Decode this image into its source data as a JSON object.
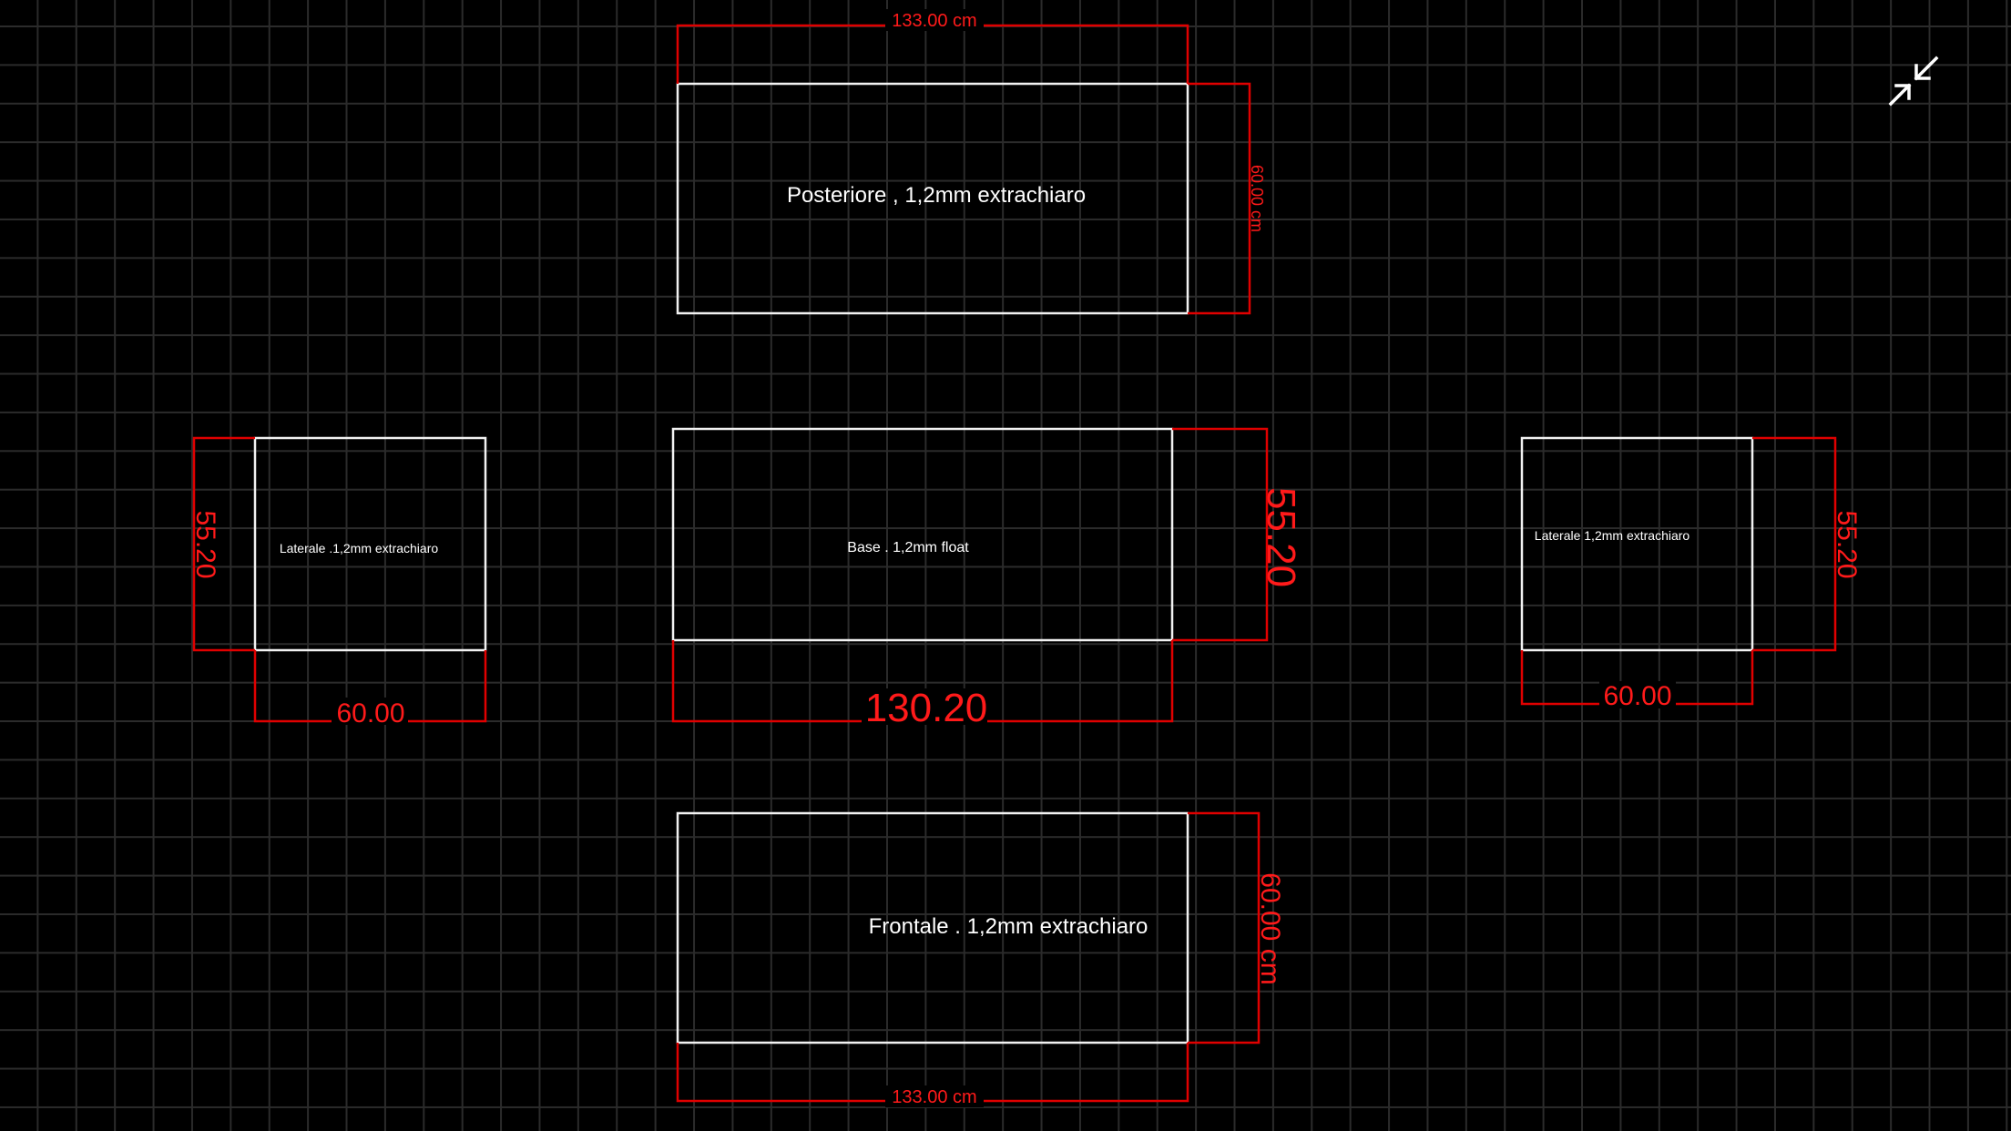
{
  "panels": {
    "posteriore": {
      "label": "Posteriore , 1,2mm extrachiaro",
      "width_label": "133.00 cm",
      "height_label": "60.00 cm"
    },
    "base": {
      "label": "Base . 1,2mm float",
      "width_label": "130.20",
      "height_label": "55.20"
    },
    "laterale_left": {
      "label": "Laterale .1,2mm extrachiaro",
      "width_label": "60.00",
      "height_label": "55.20"
    },
    "laterale_right": {
      "label": "Laterale 1,2mm extrachiaro",
      "width_label": "60.00",
      "height_label": "55.20"
    },
    "frontale": {
      "label": "Frontale . 1,2mm extrachiaro",
      "width_label": "133.00 cm",
      "height_label": "60.00 cm"
    }
  },
  "controls": {
    "collapse_icon": "collapse-arrows-icon"
  },
  "colors": {
    "background": "#000000",
    "grid": "#2b2b2b",
    "panel_outline": "#f2f2f2",
    "dimension": "#e00000"
  }
}
